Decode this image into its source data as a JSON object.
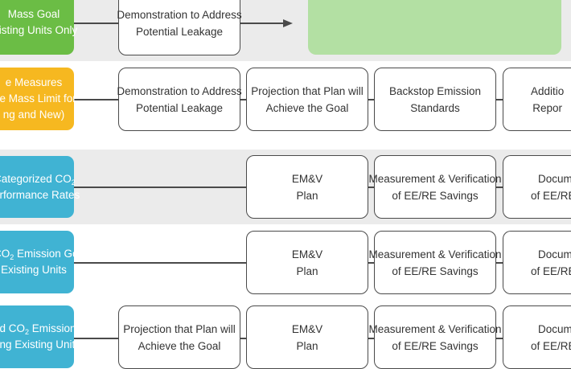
{
  "rows": [
    {
      "category": {
        "lines": [
          "Mass Goal",
          "xisting Units Only"
        ],
        "color": "#6bbd45"
      },
      "boxes": [
        {
          "lines": [
            "Demonstration to Address",
            "Potential Leakage"
          ]
        }
      ]
    },
    {
      "category": {
        "lines": [
          "e Measures",
          "de Mass Limit for",
          "ng and New)"
        ],
        "color": "#f6b820"
      },
      "boxes": [
        {
          "lines": [
            "Demonstration to Address",
            "Potential Leakage"
          ]
        },
        {
          "lines": [
            "Projection that Plan will",
            "Achieve the Goal"
          ]
        },
        {
          "lines": [
            "Backstop Emission",
            "Standards"
          ]
        },
        {
          "lines": [
            "Additio",
            "Repor"
          ]
        }
      ]
    },
    {
      "category": {
        "line1_pre": "Categorized CO",
        "line1_sub": "2",
        "line2": "erformance Rates",
        "color": "#40b3d3"
      },
      "boxes": [
        {
          "lines": [
            "EM&V",
            "Plan"
          ]
        },
        {
          "lines": [
            "Measurement & Verification",
            "of EE/RE Savings"
          ]
        },
        {
          "lines": [
            "Documen",
            "of EE/RE Sa"
          ]
        }
      ]
    },
    {
      "category": {
        "line1_pre": "CO",
        "line1_sub": "2",
        "line1_post": " Emission Goal",
        "line2": "Existing Units",
        "color": "#40b3d3"
      },
      "boxes": [
        {
          "lines": [
            "EM&V",
            "Plan"
          ]
        },
        {
          "lines": [
            "Measurement & Verification",
            "of EE/RE Savings"
          ]
        },
        {
          "lines": [
            "Documen",
            "of EE/RE Sa"
          ]
        }
      ]
    },
    {
      "category": {
        "line1_pre": "ed CO",
        "line1_sub": "2",
        "line1_post": " Emission",
        "line2": "ong Existing Units",
        "color": "#40b3d3"
      },
      "boxes": [
        {
          "lines": [
            "Projection that Plan will",
            "Achieve the Goal"
          ]
        },
        {
          "lines": [
            "EM&V",
            "Plan"
          ]
        },
        {
          "lines": [
            "Measurement & Verification",
            "of EE/RE Savings"
          ]
        },
        {
          "lines": [
            "Documen",
            "of EE/RE Sa"
          ]
        }
      ]
    }
  ]
}
